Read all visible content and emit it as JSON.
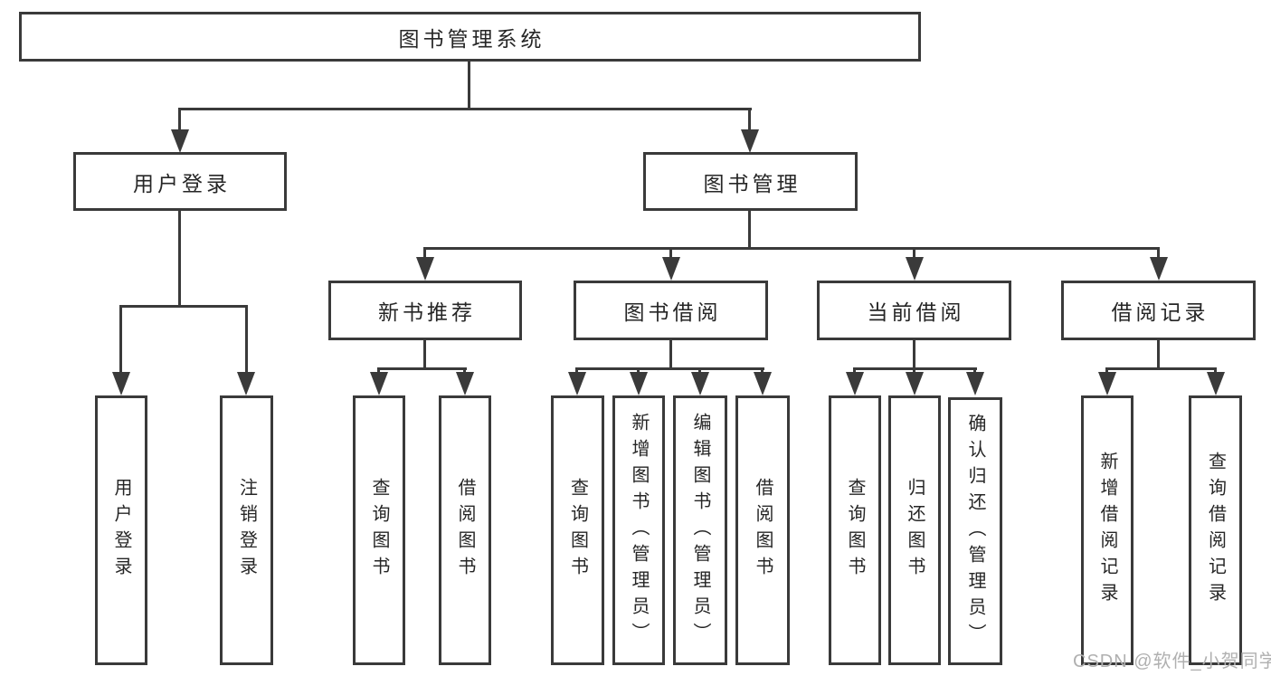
{
  "tree": {
    "root": {
      "label": "图书管理系统"
    },
    "branches": [
      {
        "label": "用户登录",
        "children": [
          {
            "label": "用户登录"
          },
          {
            "label": "注销登录"
          }
        ]
      },
      {
        "label": "图书管理",
        "children": [
          {
            "label": "新书推荐",
            "children": [
              {
                "label": "查询图书"
              },
              {
                "label": "借阅图书"
              }
            ]
          },
          {
            "label": "图书借阅",
            "children": [
              {
                "label": "查询图书"
              },
              {
                "label": "新增图书（管理员）"
              },
              {
                "label": "编辑图书（管理员）"
              },
              {
                "label": "借阅图书"
              }
            ]
          },
          {
            "label": "当前借阅",
            "children": [
              {
                "label": "查询图书"
              },
              {
                "label": "归还图书"
              },
              {
                "label": "确认归还（管理员）"
              }
            ]
          },
          {
            "label": "借阅记录",
            "children": [
              {
                "label": "新增借阅记录"
              },
              {
                "label": "查询借阅记录"
              }
            ]
          }
        ]
      }
    ]
  },
  "watermark": {
    "text": "CSDN @软件_小贺同学"
  },
  "colors": {
    "line": "#3a3a3a",
    "box_border": "#3a3a3a",
    "text": "#262626",
    "background": "#ffffff",
    "watermark": "#b0b0b0"
  },
  "icons": {
    "arrow_down_icon": "▼ solid triangle (css shape)"
  }
}
